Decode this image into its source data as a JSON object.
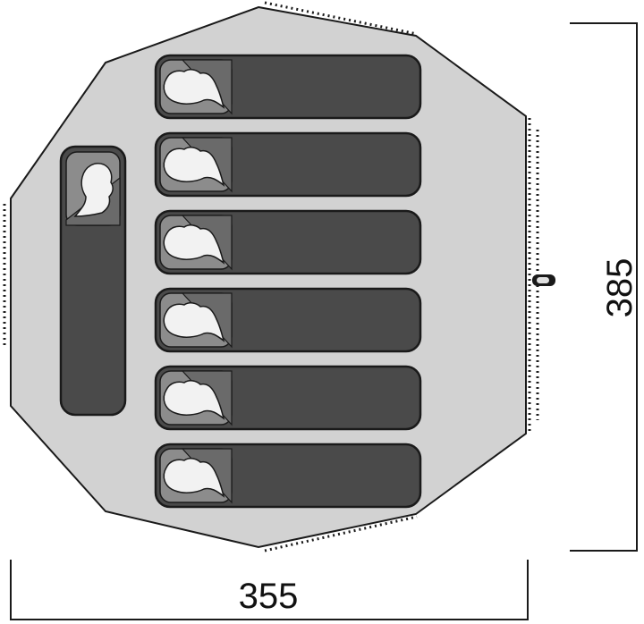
{
  "dimensions": {
    "width_label": "355",
    "depth_label": "385"
  },
  "floor_plan": {
    "sleeping_bags_horizontal": 6,
    "sleeping_bags_vertical": 1
  },
  "colors": {
    "floor": "#d2d2d2",
    "outline": "#1a1a1a",
    "bag": "#4a4a4a",
    "bag_hood": "#8c8c8c",
    "face": "#f2f2f2",
    "background": "#ffffff"
  }
}
